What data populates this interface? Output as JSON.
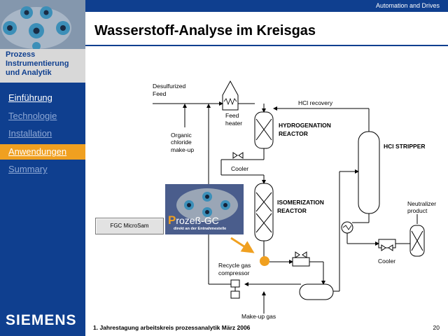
{
  "header": {
    "division": "Automation and Drives",
    "title": "Wasserstoff-Analyse im Kreisgas"
  },
  "sidebar": {
    "subtitle": "Prozess Instrumentierung und Analytik",
    "items": [
      {
        "label": "Einführung",
        "state": "normal"
      },
      {
        "label": "Technologie",
        "state": "dim"
      },
      {
        "label": "Installation",
        "state": "dim"
      },
      {
        "label": "Anwendungen",
        "state": "active"
      },
      {
        "label": "Summary",
        "state": "dim"
      }
    ],
    "brand": "SIEMENS"
  },
  "diagram": {
    "desulfurized_feed": "Desulfurized",
    "feed": "Feed",
    "hcl_recovery": "HCl recovery",
    "feed_heater_1": "Feed",
    "feed_heater_2": "heater",
    "hydrogenation_1": "HYDROGENATION",
    "hydrogenation_2": "REACTOR",
    "hcl_stripper": "HCl STRIPPER",
    "organic_1": "Organic",
    "organic_2": "chloride",
    "organic_3": "make-up",
    "cooler_1": "Cooler",
    "isomerization_1": "ISOMERIZATION",
    "isomerization_2": "REACTOR",
    "neutralizer_1": "Neutralizer",
    "neutralizer_2": "product",
    "cooler_2": "Cooler",
    "recycle_1": "Recycle gas",
    "recycle_2": "compressor",
    "makeup_gas": "Make-up gas"
  },
  "widgets": {
    "fgc_button": "FGC MicroSam",
    "gc_title_initial": "P",
    "gc_title_rest": "rozeß-GC",
    "gc_caption": "direkt an der Entnahmestelle"
  },
  "footer": {
    "text": "1. Jahrestagung arbeitskreis prozessanalytik März 2006",
    "page": "20"
  },
  "colors": {
    "brand_blue": "#0f3f8f",
    "accent_orange": "#f0a020"
  }
}
